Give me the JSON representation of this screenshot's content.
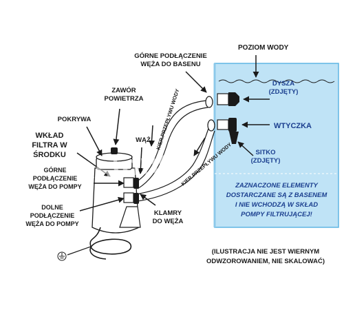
{
  "labels": {
    "poziom_wody": "POZIOM WODY",
    "gorne_basen_1": "GÓRNE PODŁĄCZENIE",
    "gorne_basen_2": "WĘŻA DO BASENU",
    "dysza_1": "DYSZA",
    "dysza_2": "(ZDJĘTY)",
    "wtyczka": "WTYCZKA",
    "sitko_1": "SITKO",
    "sitko_2": "(ZDJĘTY)",
    "zawor_1": "ZAWÓR",
    "zawor_2": "POWIETRZA",
    "pokrywa": "POKRYWA",
    "wklad_1": "WKŁAD",
    "wklad_2": "FILTRA W",
    "wklad_3": "ŚRODKU",
    "waz": "WĄŻ",
    "gorne_pompa_1": "GÓRNE",
    "gorne_pompa_2": "PODŁĄCZENIE",
    "gorne_pompa_3": "WĘŻA DO POMPY",
    "dolne_pompa_1": "DOLNE",
    "dolne_pompa_2": "PODŁĄCZENIE",
    "dolne_pompa_3": "WĘŻA DO POMPY",
    "klamry_1": "KLAMRY",
    "klamry_2": "DO WĘŻA",
    "flow_1": "KIER.PRZEPŁYWU WODY",
    "flow_2": "KIER.PRZEPŁYWU WODY"
  },
  "note": {
    "line1": "ZAZNACZONE ELEMENTY",
    "line2": "DOSTARCZANE SĄ Z BASENEM",
    "line3": "I NIE WCHODZĄ W SKŁAD",
    "line4": "POMPY FILTRUJĄCEJ!"
  },
  "disclaimer": {
    "line1": "(ILUSTRACJA NIE JEST WIERNYM",
    "line2": "ODWZOROWANIEM, NIE SKALOWAĆ)"
  },
  "colors": {
    "pool_fill": "#bfe3f6",
    "pool_stroke": "#5fb5e3",
    "blue_text": "#1b3f8f",
    "ink": "#1a1a1a"
  },
  "watermark": "bestone",
  "icons": [
    "ground-icon",
    "arrow-icon"
  ]
}
